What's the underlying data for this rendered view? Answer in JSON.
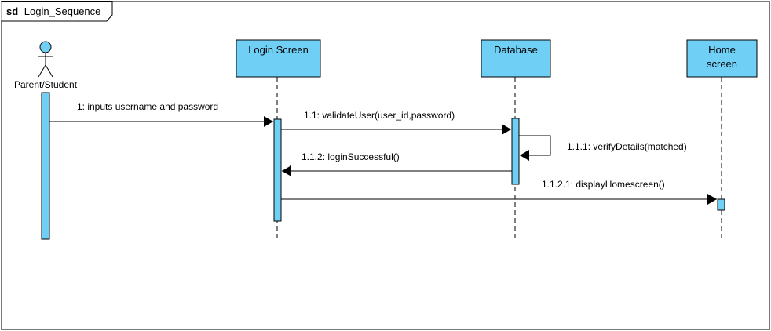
{
  "frame": {
    "keyword": "sd",
    "name": "Login_Sequence"
  },
  "actor": {
    "label": "Parent/Student"
  },
  "lifelines": [
    {
      "id": "login",
      "label_lines": [
        "Login Screen"
      ]
    },
    {
      "id": "db",
      "label_lines": [
        "Database"
      ]
    },
    {
      "id": "home",
      "label_lines": [
        "Home",
        "screen"
      ]
    }
  ],
  "messages": [
    {
      "id": "m1",
      "label": "1: inputs username and password"
    },
    {
      "id": "m11",
      "label": "1.1: validateUser(user_id,password)"
    },
    {
      "id": "m111",
      "label": "1.1.1: verifyDetails(matched)"
    },
    {
      "id": "m112",
      "label": "1.1.2: loginSuccessful()"
    },
    {
      "id": "m1121",
      "label": "1.1.2.1: displayHomescreen()"
    }
  ],
  "colors": {
    "box_fill": "#6fcff5",
    "box_stroke": "#000000",
    "line": "#000000"
  }
}
